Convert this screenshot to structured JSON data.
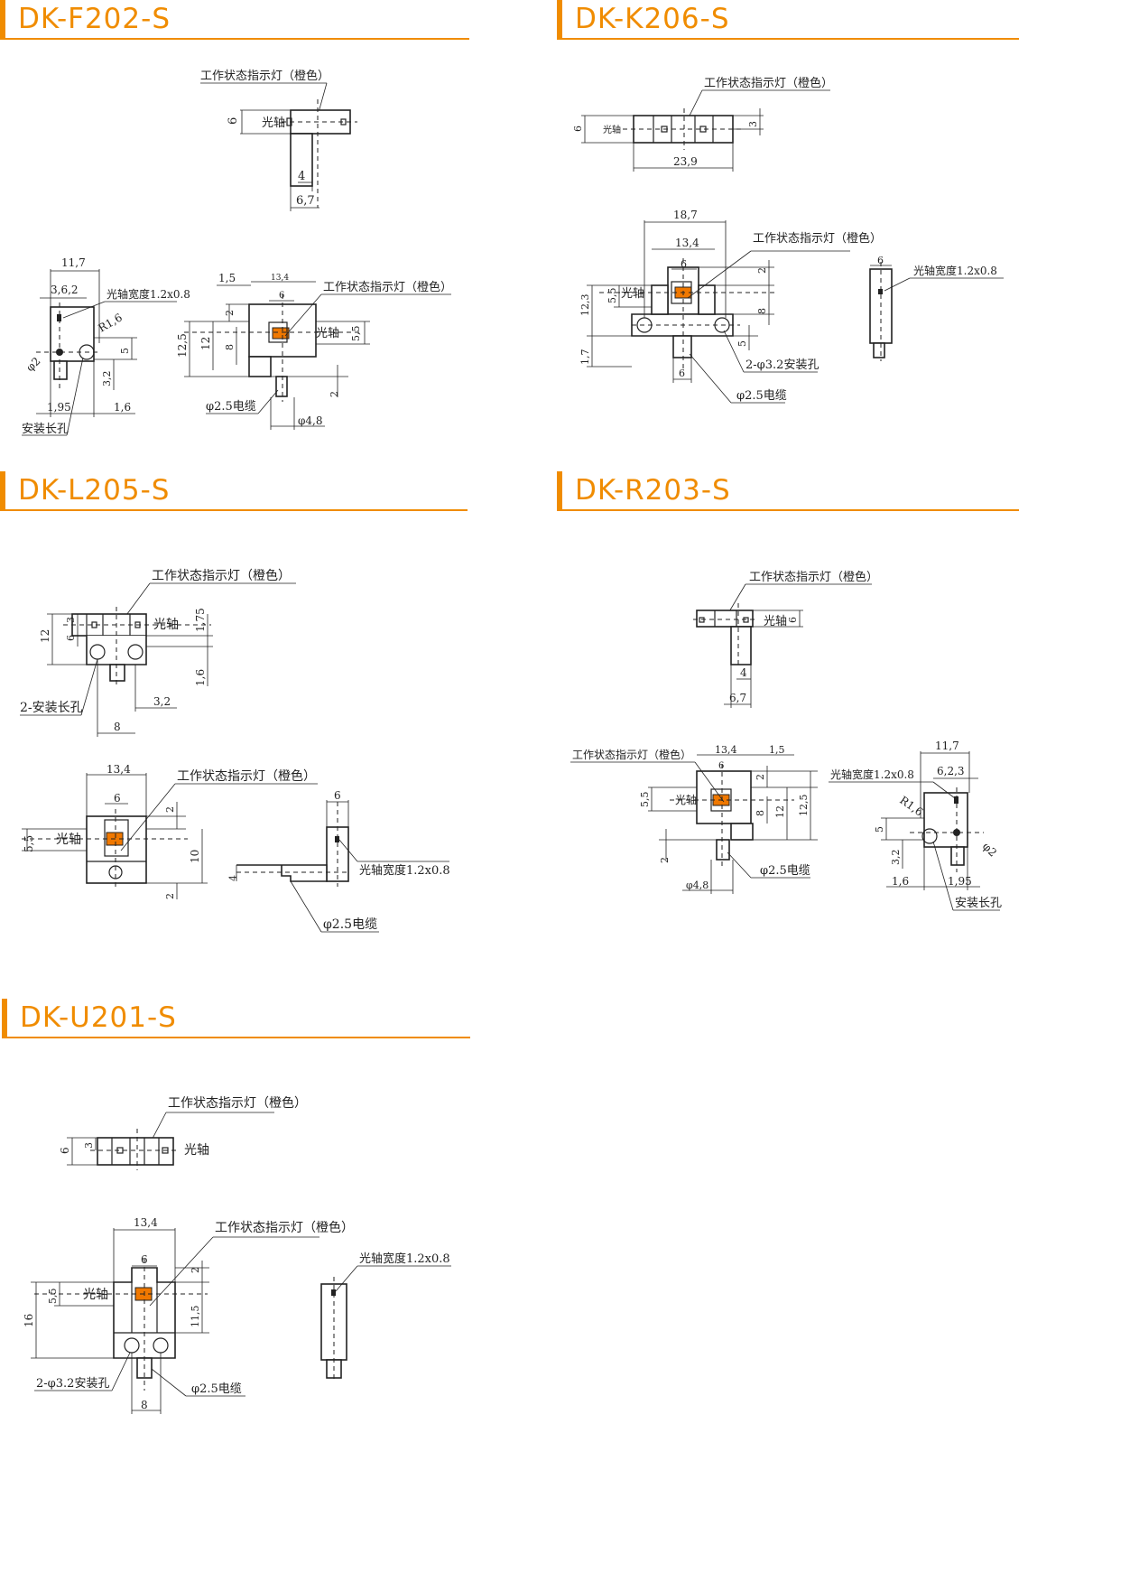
{
  "sections": {
    "f202": {
      "title": "DK-F202-S"
    },
    "k206": {
      "title": "DK-K206-S"
    },
    "l205": {
      "title": "DK-L205-S"
    },
    "r203": {
      "title": "DK-R203-S"
    },
    "u201": {
      "title": "DK-U201-S"
    }
  },
  "labels": {
    "indicator": "工作状态指示灯（橙色）",
    "optical_axis": "光轴",
    "axis_width": "光轴宽度1.2x0.8",
    "cable": "φ2.5电缆",
    "slot_hole": "安装长孔",
    "two_slot_holes": "2-安装长孔",
    "two_holes": "2-φ3.2安装孔"
  },
  "dims": {
    "f202": {
      "d6": "6",
      "d4": "4",
      "d67": "6,7",
      "d117": "11,7",
      "d362": "3,6,2",
      "r16": "R1,6",
      "d5": "5",
      "d32": "3,2",
      "d195": "1,95",
      "d16": "1,6",
      "phi2": "φ2",
      "d15": "1,5",
      "d134": "13,4",
      "d6b": "6",
      "d2": "2",
      "d125": "12,5",
      "d12": "12",
      "d8": "8",
      "d55": "5,5",
      "d2b": "2",
      "phi48": "φ4,8"
    },
    "k206": {
      "d6": "6",
      "d3": "3",
      "d239": "23,9",
      "d187": "18,7",
      "d134": "13,4",
      "d6b": "6",
      "d2": "2",
      "d55": "5,5",
      "d123": "12,3",
      "d8": "8",
      "d5": "5",
      "d17": "1,7",
      "d6c": "6",
      "d6d": "6"
    },
    "l205": {
      "d12": "12",
      "d3": "3",
      "d6": "6",
      "d175": "1,75",
      "d16": "1,6",
      "d32": "3,2",
      "d8": "8",
      "d134": "13,4",
      "d6b": "6",
      "d55": "5,5",
      "d2": "2",
      "d10": "10",
      "d2b": "2",
      "d6c": "6",
      "d4": "4"
    },
    "r203": {
      "d6": "6",
      "d4": "4",
      "d67": "6,7",
      "d134": "13,4",
      "d15": "1,5",
      "d6b": "6",
      "d2": "2",
      "d55": "5,5",
      "d8": "8",
      "d12": "12",
      "d125": "12,5",
      "d2b": "2",
      "phi48": "φ4,8",
      "d117": "11,7",
      "d623": "6,2,3",
      "r16": "R1,6",
      "d5": "5",
      "d32": "3,2",
      "d16": "1,6",
      "d195": "1,95",
      "phi2": "φ2"
    },
    "u201": {
      "d6": "6",
      "d3": "3",
      "d134": "13,4",
      "d6b": "6",
      "d2": "2",
      "d55": "5,5",
      "d16": "16",
      "d115": "11,5",
      "d8": "8"
    }
  },
  "colors": {
    "accent": "#f08c00",
    "led": "#f07800",
    "line": "#222222"
  }
}
